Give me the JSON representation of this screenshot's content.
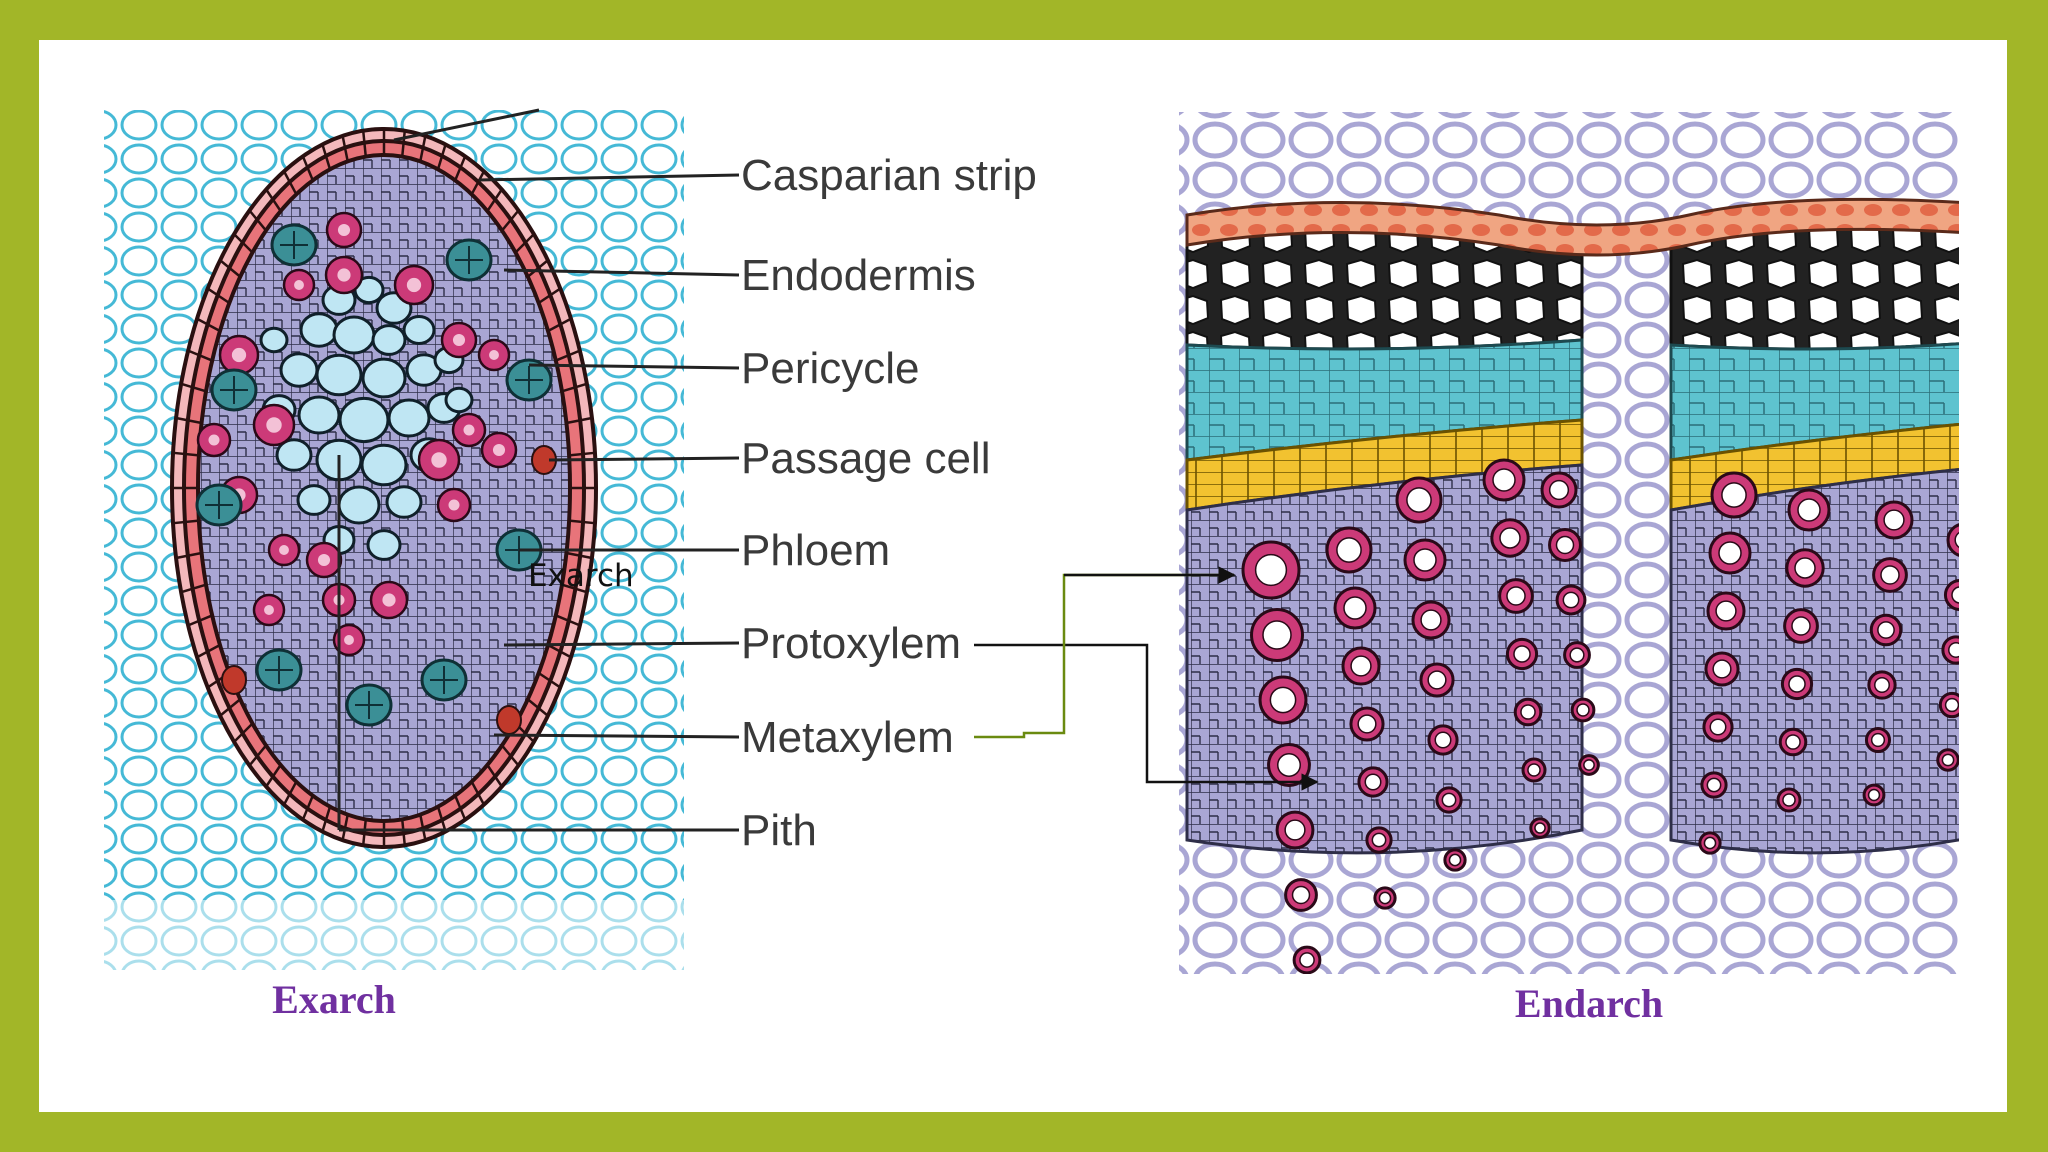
{
  "labels": {
    "casparian_strip": "Casparian strip",
    "endodermis": "Endodermis",
    "pericycle": "Pericycle",
    "passage_cell": "Passage cell",
    "phloem": "Phloem",
    "protoxylem": "Protoxylem",
    "metaxylem": "Metaxylem",
    "pith": "Pith"
  },
  "annotation": "Exarch",
  "captions": {
    "left": "Exarch",
    "right": "Endarch"
  },
  "colors": {
    "frame": "#a2b628",
    "caption": "#7030a0",
    "cortex_left": "#45b9d6",
    "endodermis": "#e8747a",
    "stele": "#a9a6d4",
    "xylem": "#cc3a78",
    "metaxylem_core": "#bfe6f3",
    "sclerenchyma_right": "#ffffff",
    "phloem_right": "#5ec3cf",
    "cambium_right": "#f2c230",
    "epidermis_right": "#f0a582"
  }
}
